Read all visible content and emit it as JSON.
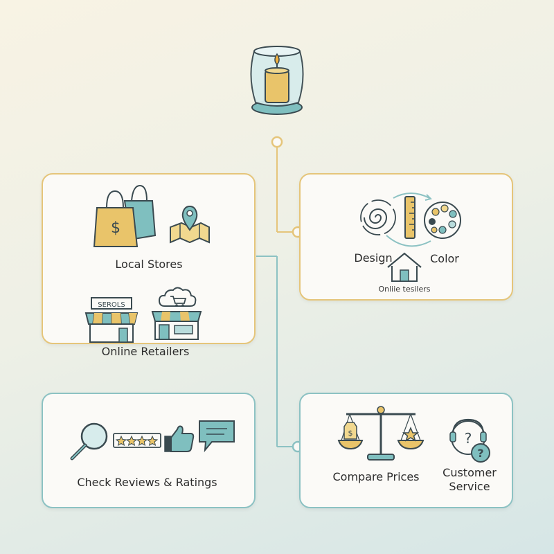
{
  "colors": {
    "gold": "#e5c57a",
    "teal": "#8cc2c3",
    "dark_teal": "#5e9fa0",
    "outline": "#3a4a50"
  },
  "top_icon": "candle-jar-icon",
  "cards": {
    "stores": {
      "local_label": "Local Stores",
      "online_label": "Online Retailers",
      "sign_text": "SEROLS"
    },
    "design": {
      "design_label": "Design",
      "color_label": "Color",
      "sub_label": "Onliie tesilers"
    },
    "reviews": {
      "label": "Check Reviews & Ratings"
    },
    "prices": {
      "compare_label": "Compare Prices",
      "service_label_line1": "Customer",
      "service_label_line2": "Service"
    }
  }
}
